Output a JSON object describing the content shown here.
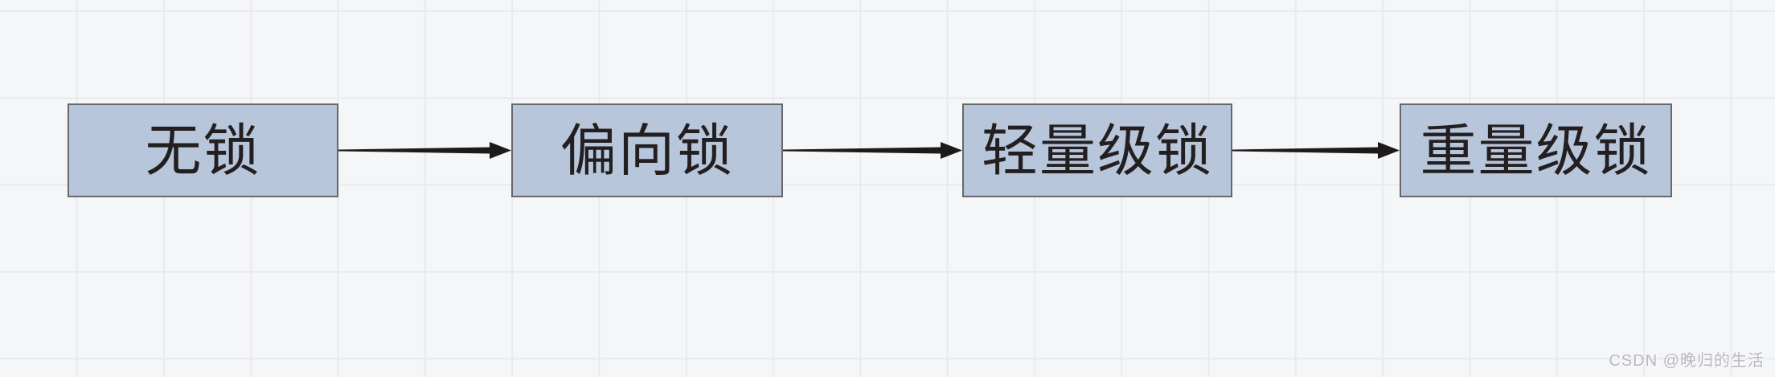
{
  "page": {
    "background_color": "#f5f6f8",
    "grid_line_color": "#e8eaed"
  },
  "diagram": {
    "type": "flow",
    "nodes": [
      {
        "label": "无锁"
      },
      {
        "label": "偏向锁"
      },
      {
        "label": "轻量级锁"
      },
      {
        "label": "重量级锁"
      }
    ],
    "edges": [
      {
        "from": "无锁",
        "to": "偏向锁"
      },
      {
        "from": "偏向锁",
        "to": "轻量级锁"
      },
      {
        "from": "轻量级锁",
        "to": "重量级锁"
      }
    ],
    "node_style": {
      "fill": "#b8c6db",
      "border": "#66676b",
      "text_color": "#231f20"
    },
    "arrow_color": "#1e191b"
  },
  "watermark": {
    "text": "CSDN @晚归的生活",
    "color": "#b7b8ba"
  }
}
